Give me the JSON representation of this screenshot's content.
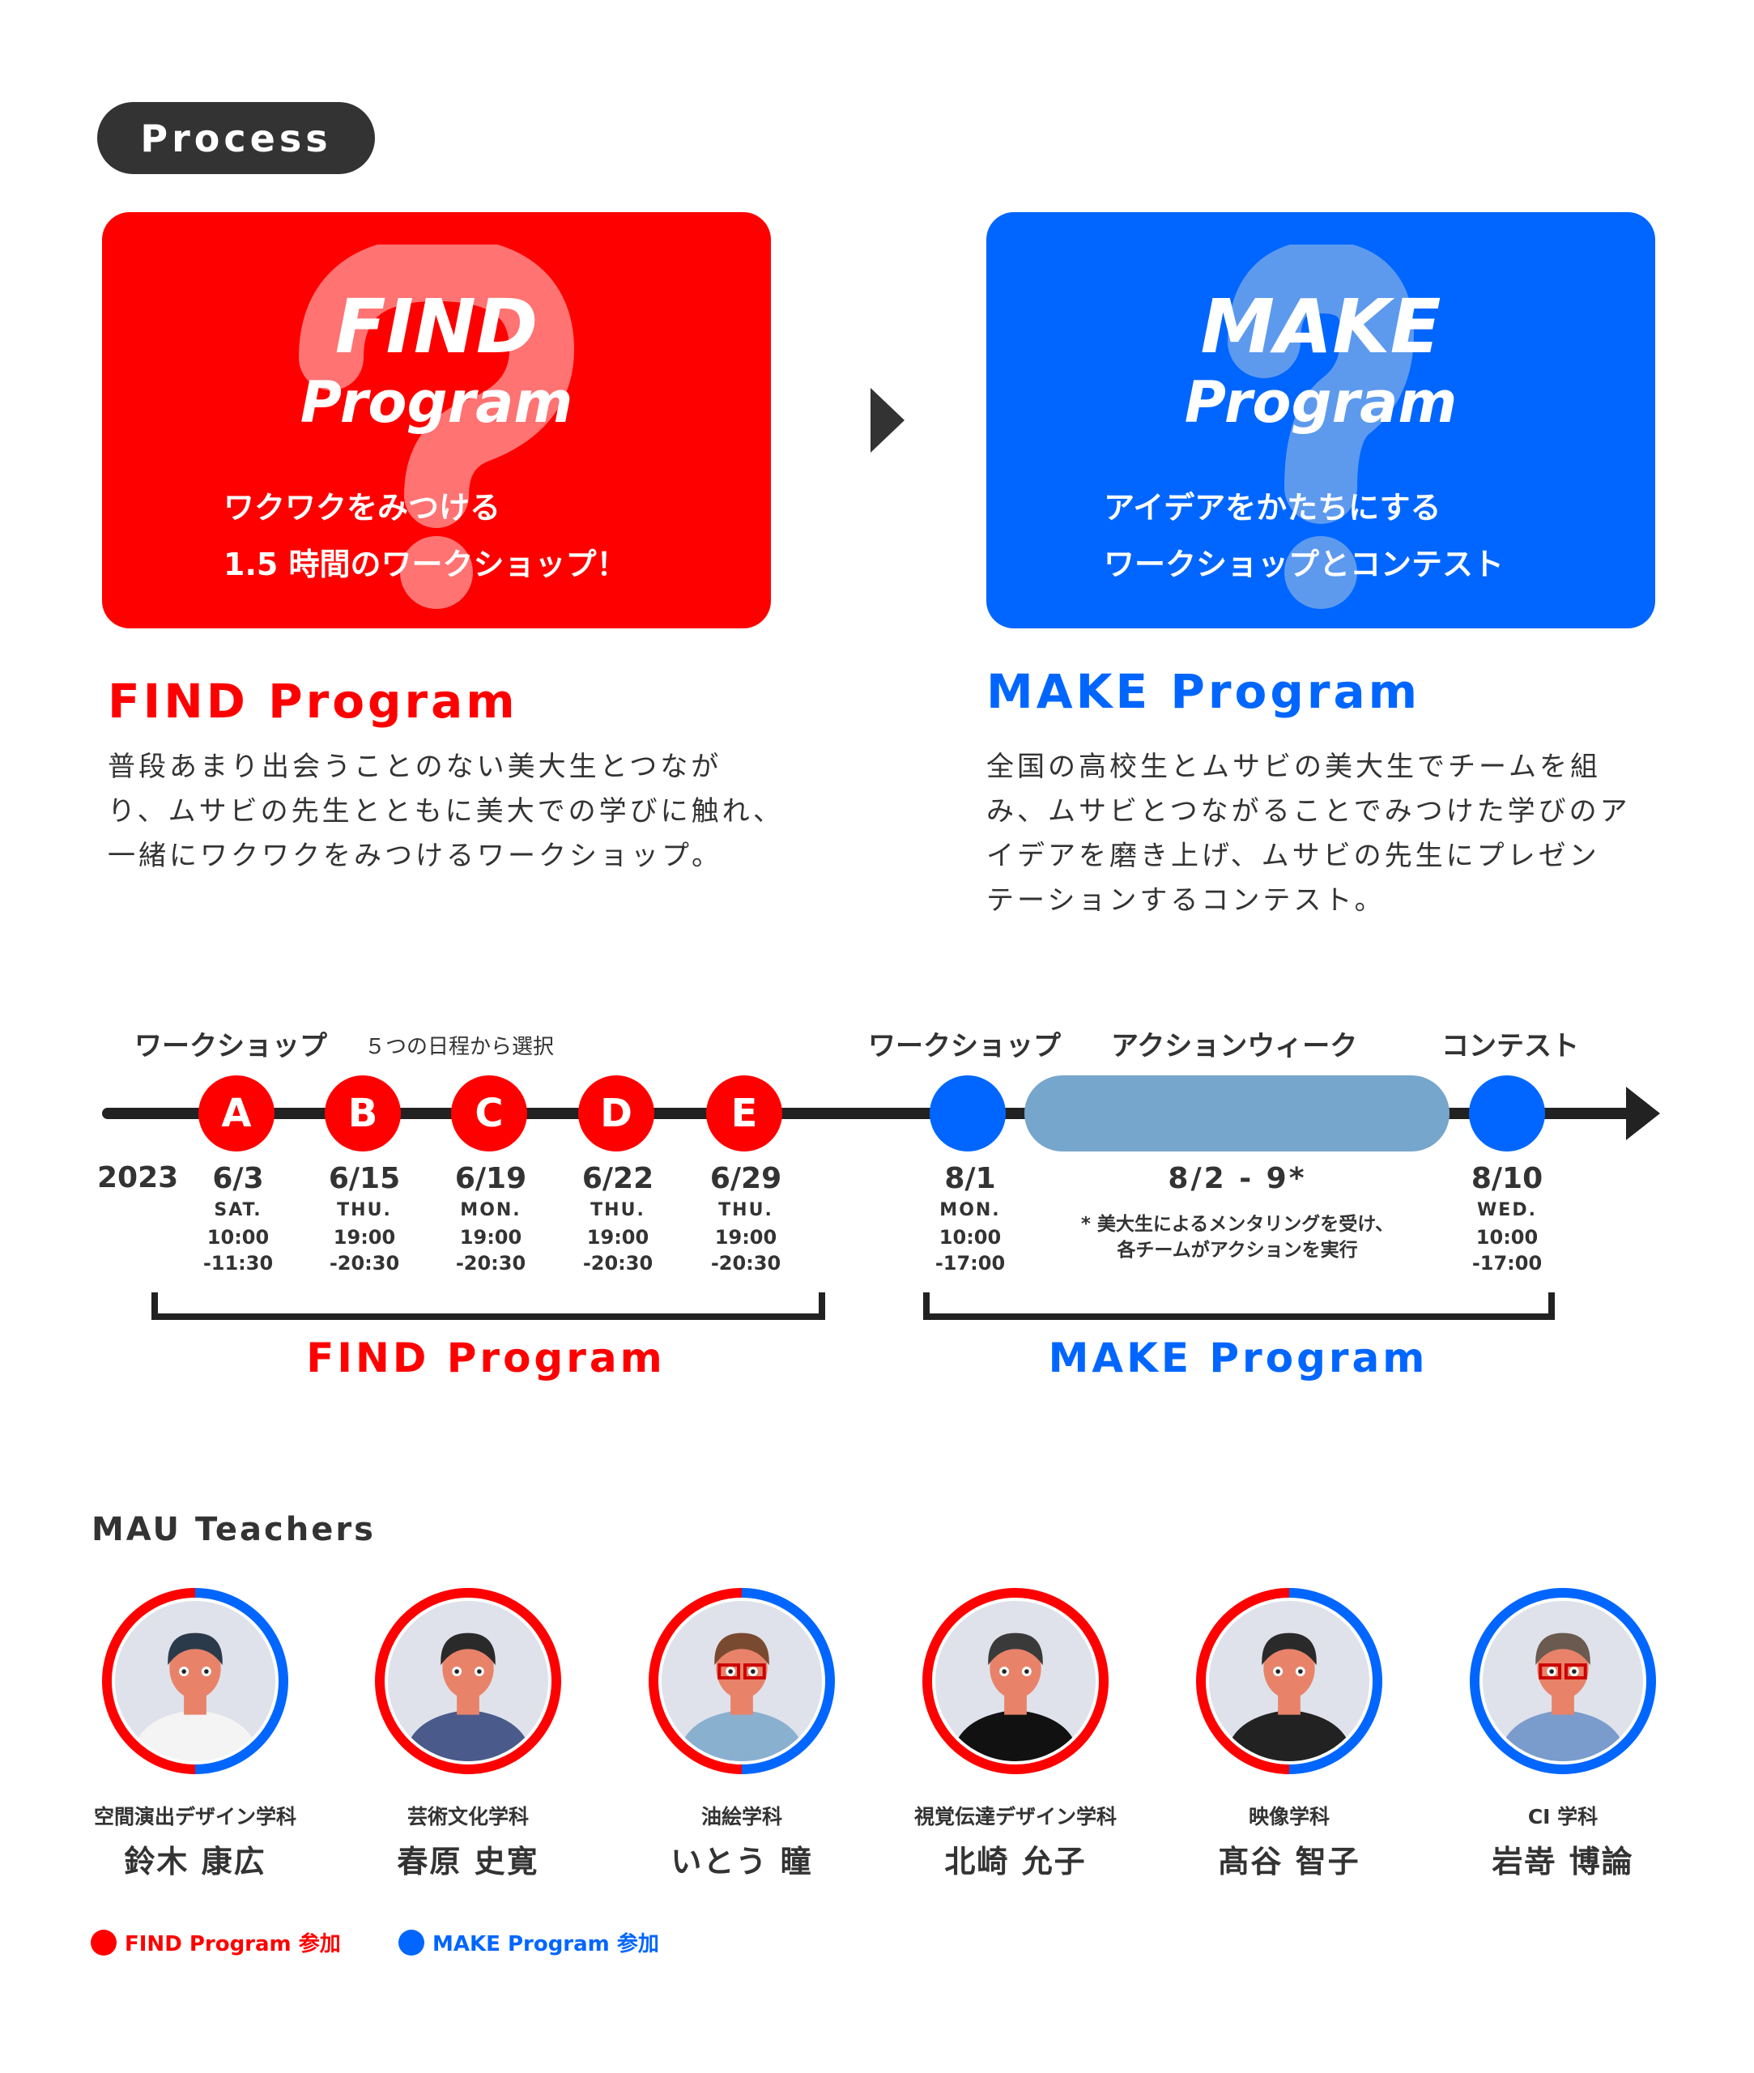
{
  "colors": {
    "find": "#ff0000",
    "make": "#0066ff",
    "action": "#77a6cc",
    "dark": "#333333"
  },
  "header": {
    "process_label": "Process"
  },
  "find_card": {
    "title1": "FIND",
    "title2": "Program",
    "sub1": "ワクワクをみつける",
    "sub2": "1.5 時間のワークショップ！"
  },
  "make_card": {
    "title1": "MAKE",
    "title2": "Program",
    "sub1": "アイデアをかたちにする",
    "sub2": "ワークショップとコンテスト"
  },
  "find_desc": {
    "heading": "FIND Program",
    "lines": [
      "普段あまり出会うことのない美大生とつなが",
      "り、ムサビの先生とともに美大での学びに触れ、",
      "一緒にワクワクをみつけるワークショップ。"
    ]
  },
  "make_desc": {
    "heading": "MAKE Program",
    "lines": [
      "全国の高校生とムサビの美大生でチームを組",
      "み、ムサビとつながることでみつけた学びのア",
      "イデアを磨き上げ、ムサビの先生にプレゼン",
      "テーションするコンテスト。"
    ]
  },
  "timeline": {
    "find_label": "ワークショップ",
    "find_note": "５つの日程から選択",
    "make_workshop_label": "ワークショップ",
    "action_week_label": "アクションウィーク",
    "contest_label": "コンテスト",
    "year": "2023",
    "sessions": [
      {
        "letter": "A",
        "date": "6/3",
        "day": "SAT.",
        "start": "10:00",
        "end": "-11:30"
      },
      {
        "letter": "B",
        "date": "6/15",
        "day": "THU.",
        "start": "19:00",
        "end": "-20:30"
      },
      {
        "letter": "C",
        "date": "6/19",
        "day": "MON.",
        "start": "19:00",
        "end": "-20:30"
      },
      {
        "letter": "D",
        "date": "6/22",
        "day": "THU.",
        "start": "19:00",
        "end": "-20:30"
      },
      {
        "letter": "E",
        "date": "6/29",
        "day": "THU.",
        "start": "19:00",
        "end": "-20:30"
      }
    ],
    "make_workshop": {
      "date": "8/1",
      "day": "MON.",
      "start": "10:00",
      "end": "-17:00"
    },
    "action_week": {
      "date": "8/2 - 9*",
      "note1": "* 美大生によるメンタリングを受け、",
      "note2": "各チームがアクションを実行"
    },
    "contest": {
      "date": "8/10",
      "day": "WED.",
      "start": "10:00",
      "end": "-17:00"
    },
    "find_bracket_label": "FIND Program",
    "make_bracket_label": "MAKE Program"
  },
  "teachers": {
    "heading": "MAU Teachers",
    "items": [
      {
        "dept": "空間演出デザイン学科",
        "name": "鈴木 康広",
        "find": true,
        "make": true
      },
      {
        "dept": "芸術文化学科",
        "name": "春原 史寛",
        "find": true,
        "make": false
      },
      {
        "dept": "油絵学科",
        "name": "いとう 瞳",
        "find": true,
        "make": true
      },
      {
        "dept": "視覚伝達デザイン学科",
        "name": "北崎 允子",
        "find": true,
        "make": false
      },
      {
        "dept": "映像学科",
        "name": "髙谷 智子",
        "find": true,
        "make": true
      },
      {
        "dept": "CI 学科",
        "name": "岩嵜 博論",
        "find": false,
        "make": true
      }
    ]
  },
  "legend": {
    "find": "FIND Program 参加",
    "make": "MAKE Program 参加"
  }
}
